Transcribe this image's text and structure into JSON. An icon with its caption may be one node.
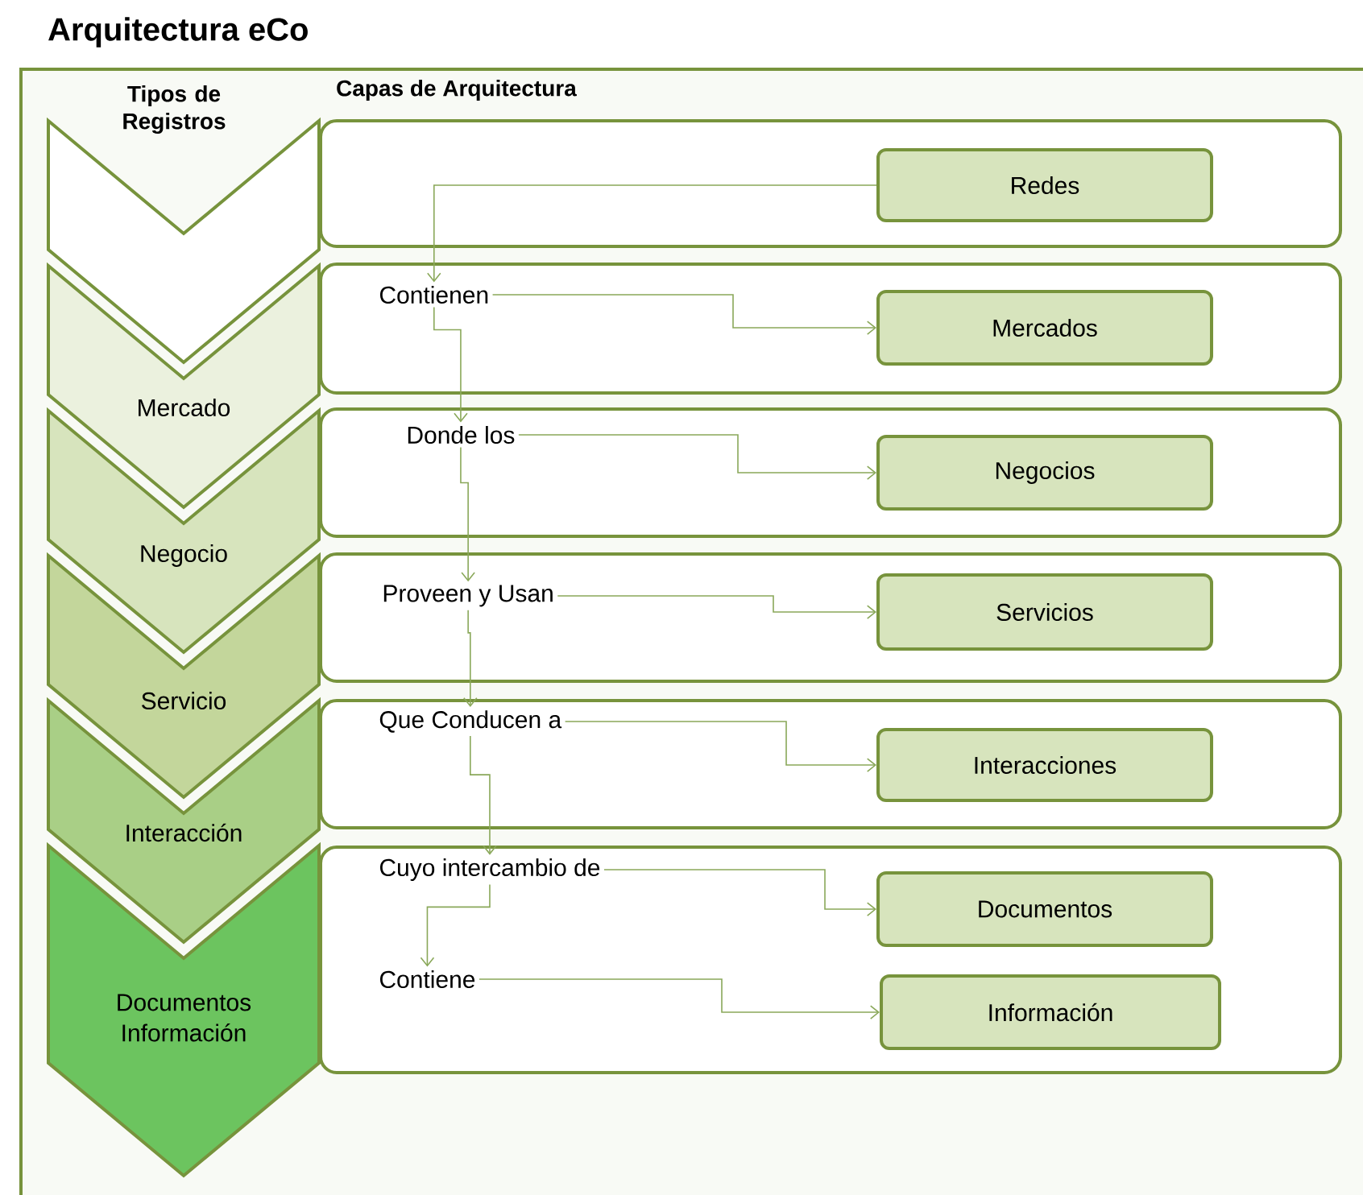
{
  "diagram": {
    "title": "Arquitectura eCo",
    "nodes": [
      {
        "text": [],
        "shape": "chevron"
      },
      {
        "text": [
          "Mercado"
        ]
      },
      {
        "text": [
          "Negocio"
        ]
      },
      {
        "text": [
          "Servicio"
        ]
      },
      {
        "text": [
          "Interacción"
        ]
      },
      {
        "text": [
          "Documentos Información"
        ]
      },
      {
        "text": [],
        "shape": "box"
      },
      {
        "text": [
          "Redes"
        ],
        "in": 6
      },
      {
        "text": [],
        "shape": "box"
      },
      {
        "text": [
          "Contienen"
        ],
        "in": 8
      },
      {
        "text": [
          "Mercados"
        ],
        "in": 8
      },
      {
        "text": [],
        "shape": "box"
      },
      {
        "text": [
          "Donde los"
        ],
        "in": 11
      },
      {
        "text": [
          "Negocios"
        ],
        "in": 11
      },
      {
        "text": [],
        "shape": "box"
      },
      {
        "text": [
          "Proveen y Usan"
        ],
        "in": 14
      },
      {
        "text": [
          "Servicios"
        ],
        "in": 14
      },
      {
        "text": [],
        "shape": "box"
      },
      {
        "text": [
          "Que Conducen a"
        ],
        "in": 17
      },
      {
        "text": [
          "Interacciones"
        ],
        "in": 17
      },
      {
        "text": [],
        "shape": "box"
      },
      {
        "text": [
          "Cuyo intercambio de"
        ],
        "in": 20
      },
      {
        "text": [
          "Documentos"
        ],
        "in": 20
      },
      {
        "text": [
          "Contiene"
        ],
        "in": 20
      },
      {
        "text": [
          "Información"
        ],
        "in": 20
      }
    ],
    "edges": [
      {
        "from": 7,
        "to": 9,
        "arrow": "to"
      },
      {
        "from": 9,
        "to": 10,
        "arrow": "to"
      },
      {
        "from": 9,
        "to": 12,
        "arrow": "to"
      },
      {
        "from": 12,
        "to": 13,
        "arrow": "to"
      },
      {
        "from": 12,
        "to": 15,
        "arrow": "to"
      },
      {
        "from": 15,
        "to": 16,
        "arrow": "to"
      },
      {
        "from": 15,
        "to": 18,
        "arrow": "to"
      },
      {
        "from": 18,
        "to": 19,
        "arrow": "to"
      },
      {
        "from": 18,
        "to": 21,
        "arrow": "to"
      },
      {
        "from": 21,
        "to": 22,
        "arrow": "to"
      },
      {
        "from": 21,
        "to": 23,
        "arrow": "to"
      },
      {
        "from": 23,
        "to": 24,
        "arrow": "to"
      }
    ],
    "labels": [
      "Tipos de Registros",
      "Capas de Arquitectura"
    ]
  }
}
